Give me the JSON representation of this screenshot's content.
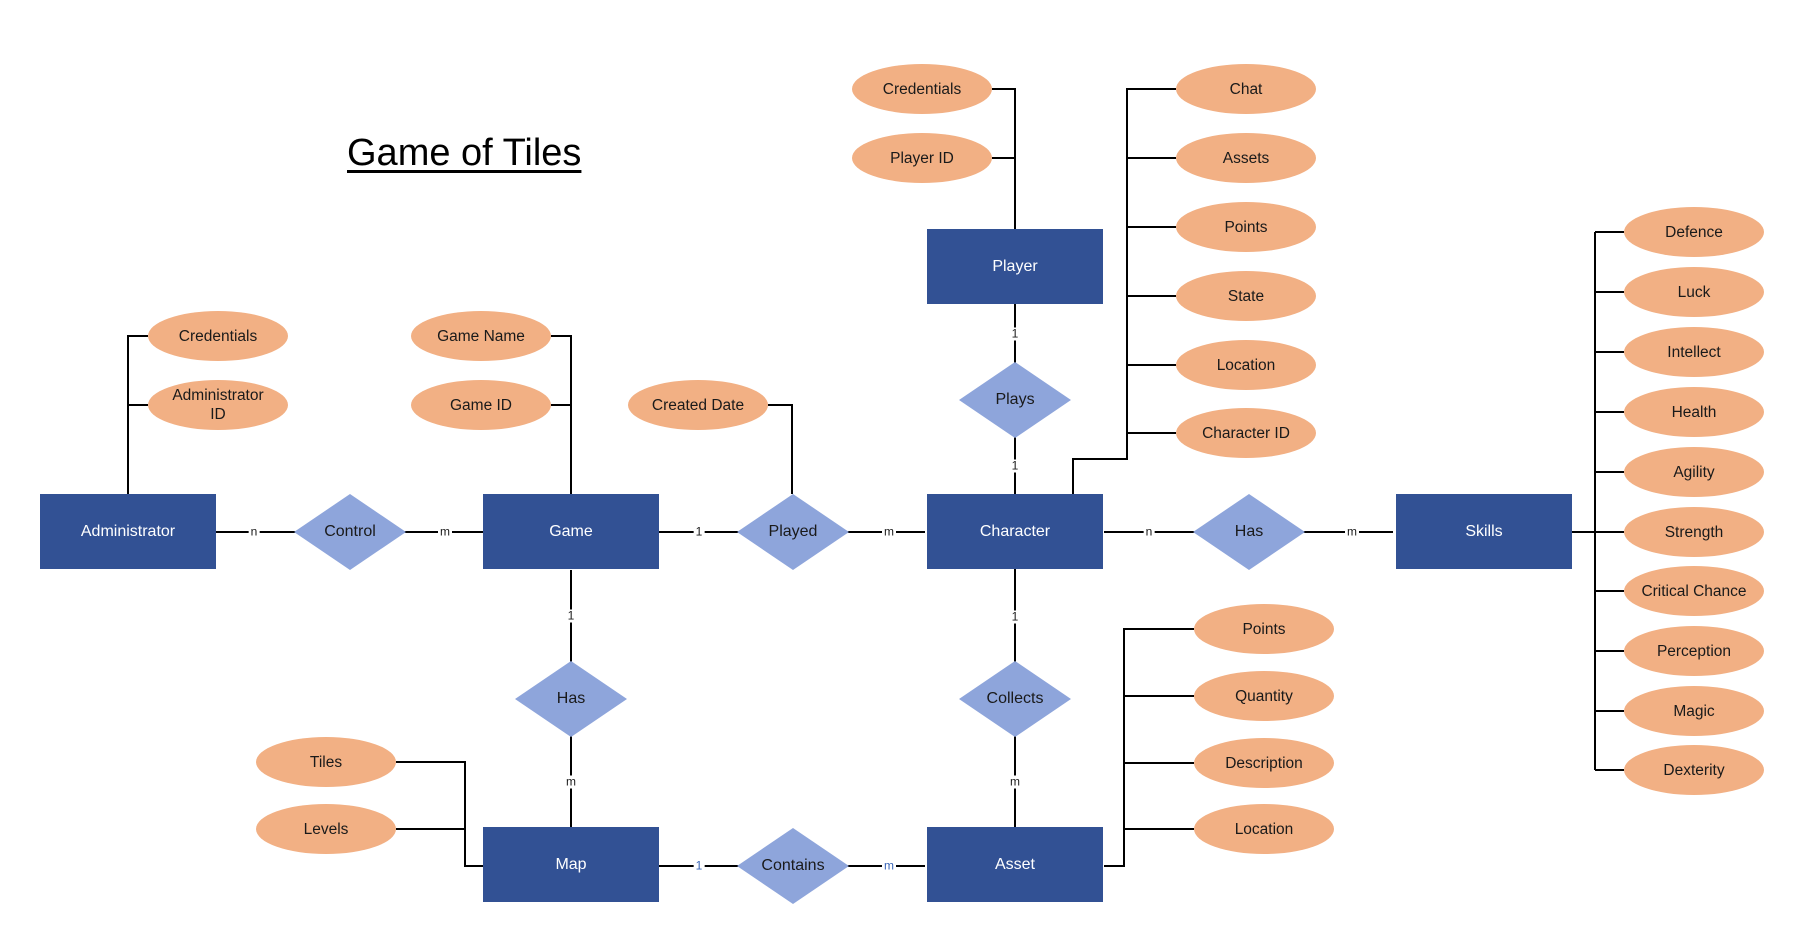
{
  "title": "Game of Tiles",
  "colors": {
    "entity": "#325194",
    "attribute": "#f2b084",
    "relationship": "#8ea5db",
    "line": "#000000"
  },
  "entities": {
    "administrator": "Administrator",
    "game": "Game",
    "player": "Player",
    "character": "Character",
    "skills": "Skills",
    "map": "Map",
    "asset": "Asset"
  },
  "relationships": {
    "control": "Control",
    "played": "Played",
    "plays": "Plays",
    "has_skills": "Has",
    "has_map": "Has",
    "collects": "Collects",
    "contains": "Contains"
  },
  "attributes": {
    "administrator": [
      "Credentials",
      "Administrator\nID"
    ],
    "game": [
      "Game Name",
      "Game ID"
    ],
    "played": [
      "Created Date"
    ],
    "player": [
      "Credentials",
      "Player ID"
    ],
    "character": [
      "Chat",
      "Assets",
      "Points",
      "State",
      "Location",
      "Character ID"
    ],
    "skills": [
      "Defence",
      "Luck",
      "Intellect",
      "Health",
      "Agility",
      "Strength",
      "Critical Chance",
      "Perception",
      "Magic",
      "Dexterity"
    ],
    "asset": [
      "Points",
      "Quantity",
      "Description",
      "Location"
    ],
    "map": [
      "Tiles",
      "Levels"
    ]
  },
  "cardinalities": {
    "admin_control": "n",
    "control_game": "m",
    "game_played": "1",
    "played_character": "m",
    "player_plays": "1",
    "plays_character": "1",
    "character_has": "n",
    "has_skills": "m",
    "game_has": "1",
    "has_map": "m",
    "character_collects": "1",
    "collects_asset": "m",
    "map_contains": "1",
    "contains_asset": "m"
  }
}
